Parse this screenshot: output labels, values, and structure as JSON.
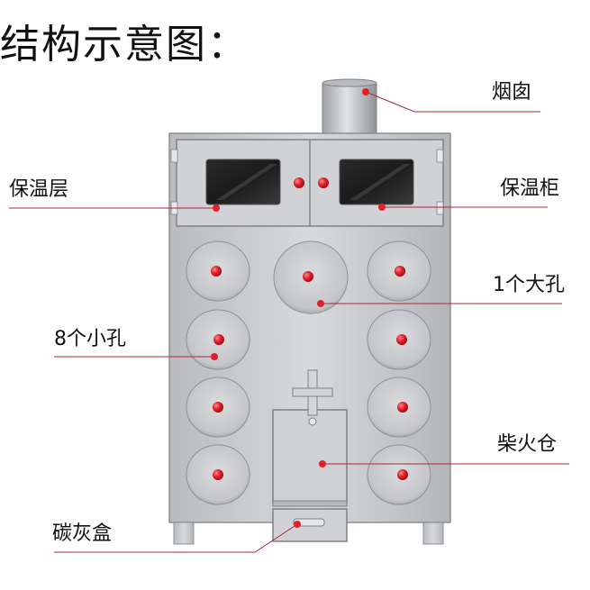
{
  "title": "结构示意图：",
  "labels": {
    "chimney": "烟囱",
    "insulation_layer": "保温层",
    "warming_cabinet": "保温柜",
    "one_big_hole": "1个大孔",
    "eight_small_holes": "8个小孔",
    "firewood_chamber": "柴火仓",
    "ash_box": "碳灰盒"
  },
  "colors": {
    "steel": "#c7c9cc",
    "steel_dark": "#8f9398",
    "knob_red": "#e0202a",
    "leader_line": "#a8283a"
  }
}
